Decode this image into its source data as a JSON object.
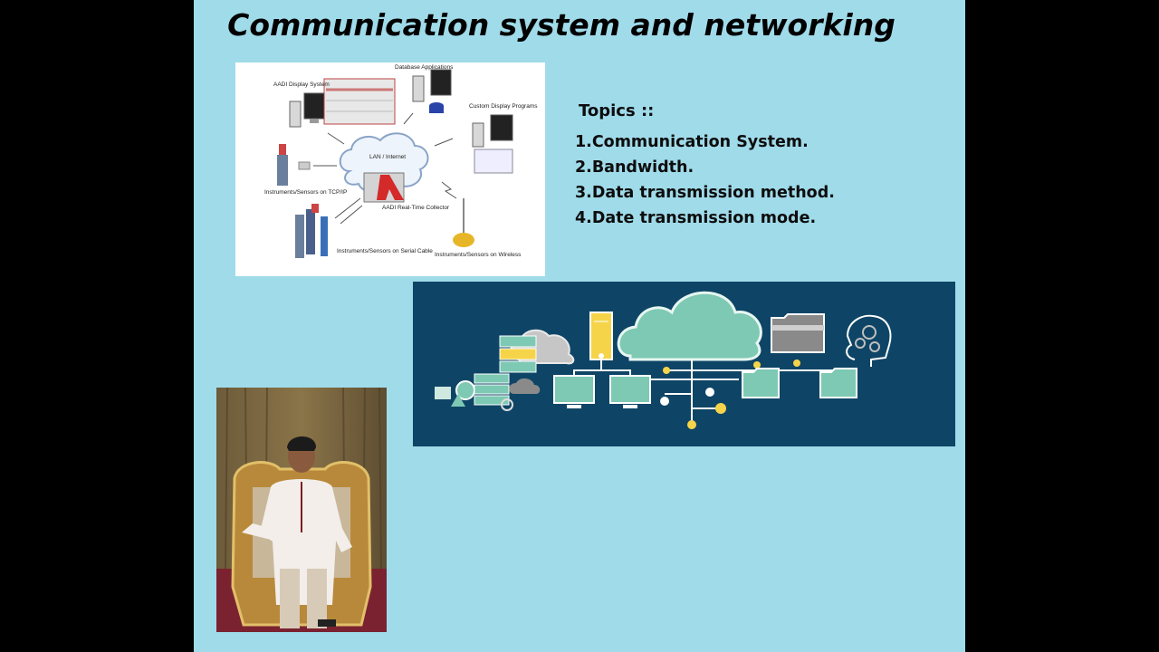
{
  "slide": {
    "title": "Communication system and networking",
    "background": "#a0dbea"
  },
  "diagram1": {
    "labels": {
      "display": "AADI Display System",
      "database": "Database Applications",
      "custom": "Custom Display Programs",
      "lan": "LAN / Internet",
      "tcpip": "Instruments/Sensors on TCP/IP",
      "collector": "AADI Real-Time Collector",
      "serial": "Instruments/Sensors on Serial Cable",
      "wireless": "Instruments/Sensors on Wireless"
    }
  },
  "topics": {
    "heading": "Topics ::",
    "items": [
      "1.Communication System.",
      "2.Bandwidth.",
      "3.Data transmission method.",
      "4.Date transmission mode."
    ]
  },
  "diagram2": {
    "background": "#0e4566",
    "accent_teal": "#7ec9b4",
    "accent_yellow": "#f6d44a"
  },
  "photo": {
    "subject": "seated-person-portrait"
  }
}
